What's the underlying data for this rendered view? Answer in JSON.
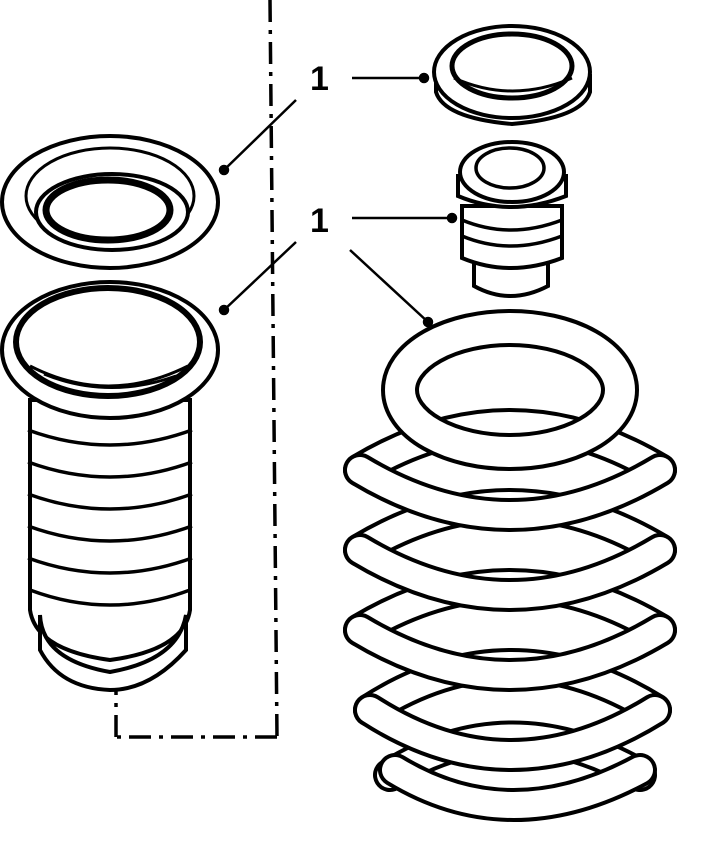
{
  "diagram": {
    "callouts": [
      {
        "label": "1"
      },
      {
        "label": "1"
      }
    ],
    "parts": [
      "upper-spring-seat-left",
      "protective-boot-left",
      "upper-spring-seat-right",
      "bump-stop",
      "coil-spring"
    ],
    "colors": {
      "ink": "#000000",
      "paper": "#ffffff"
    }
  }
}
